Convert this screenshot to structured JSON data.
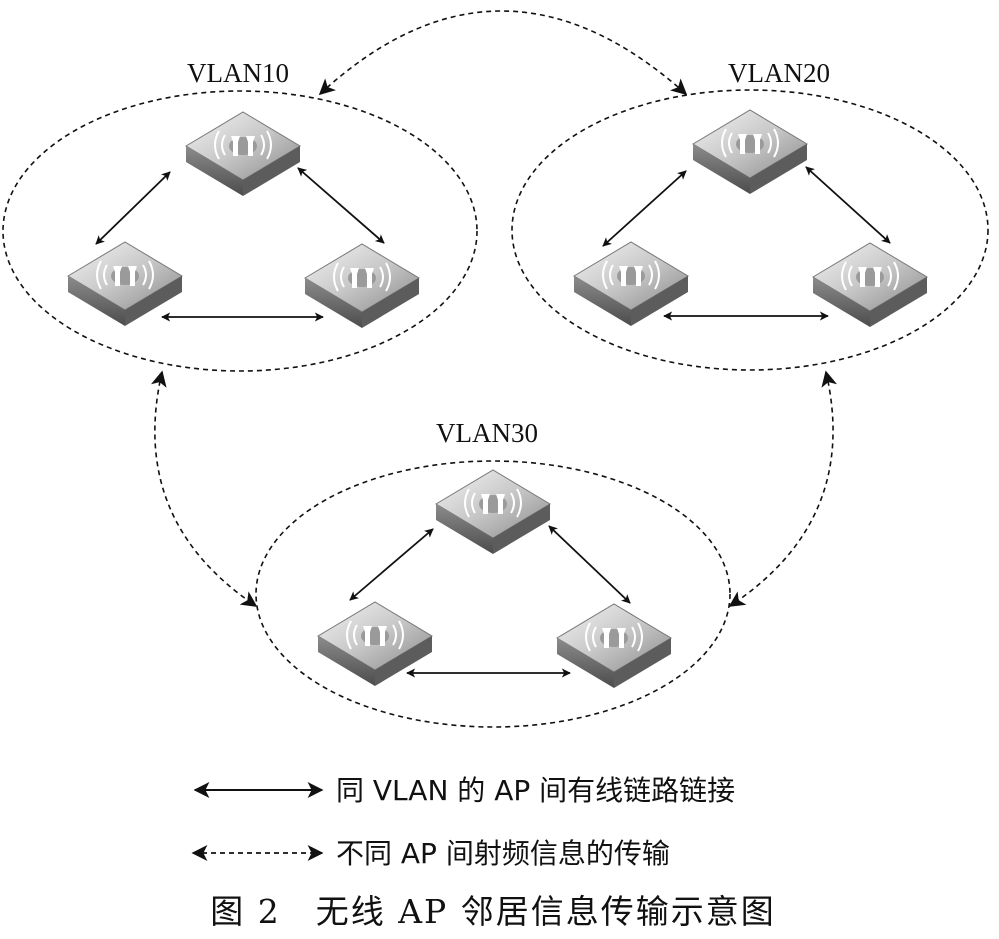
{
  "groups": [
    {
      "id": "vlan10",
      "label": "VLAN10"
    },
    {
      "id": "vlan20",
      "label": "VLAN20"
    },
    {
      "id": "vlan30",
      "label": "VLAN30"
    }
  ],
  "legend": {
    "wired": "同 VLAN 的 AP 间有线链路链接",
    "radio": "不同 AP 间射频信息的传输"
  },
  "caption": "图 2　无线 AP 邻居信息传输示意图",
  "icons": {
    "ap": "wireless-access-point-icon"
  },
  "colors": {
    "line": "#111111",
    "ap_light": "#e2e2e2",
    "ap_dark": "#6e6e6e"
  }
}
